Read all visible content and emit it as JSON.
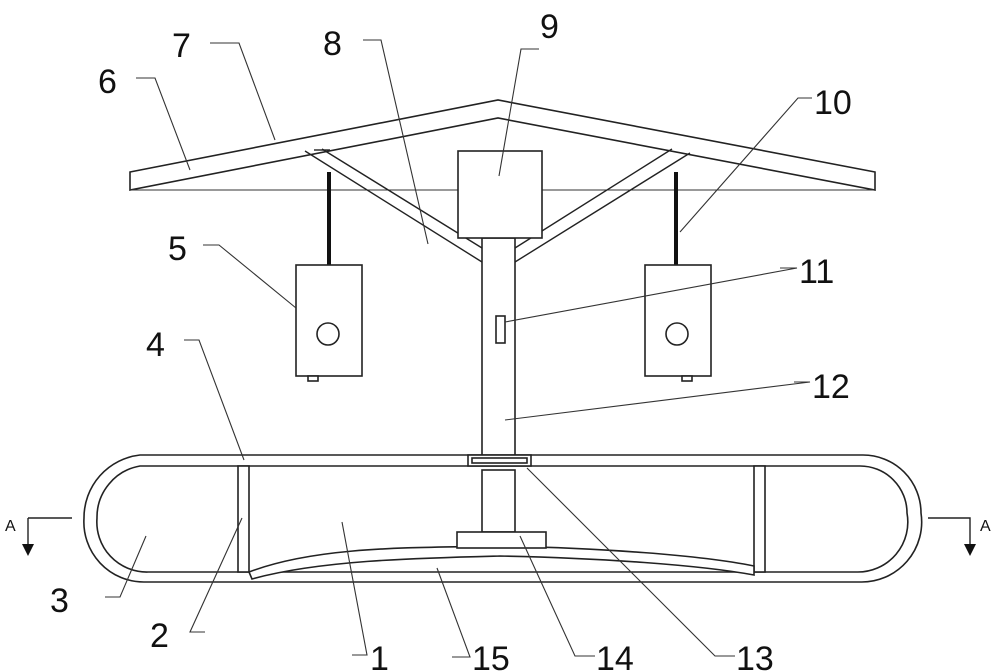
{
  "labels": {
    "1": "1",
    "2": "2",
    "3": "3",
    "4": "4",
    "5": "5",
    "6": "6",
    "7": "7",
    "8": "8",
    "9": "9",
    "10": "10",
    "11": "11",
    "12": "12",
    "13": "13",
    "14": "14",
    "15": "15"
  },
  "section_marker": {
    "left": "A",
    "right": "A"
  },
  "colors": {
    "stroke": "#222222",
    "background": "#ffffff"
  }
}
